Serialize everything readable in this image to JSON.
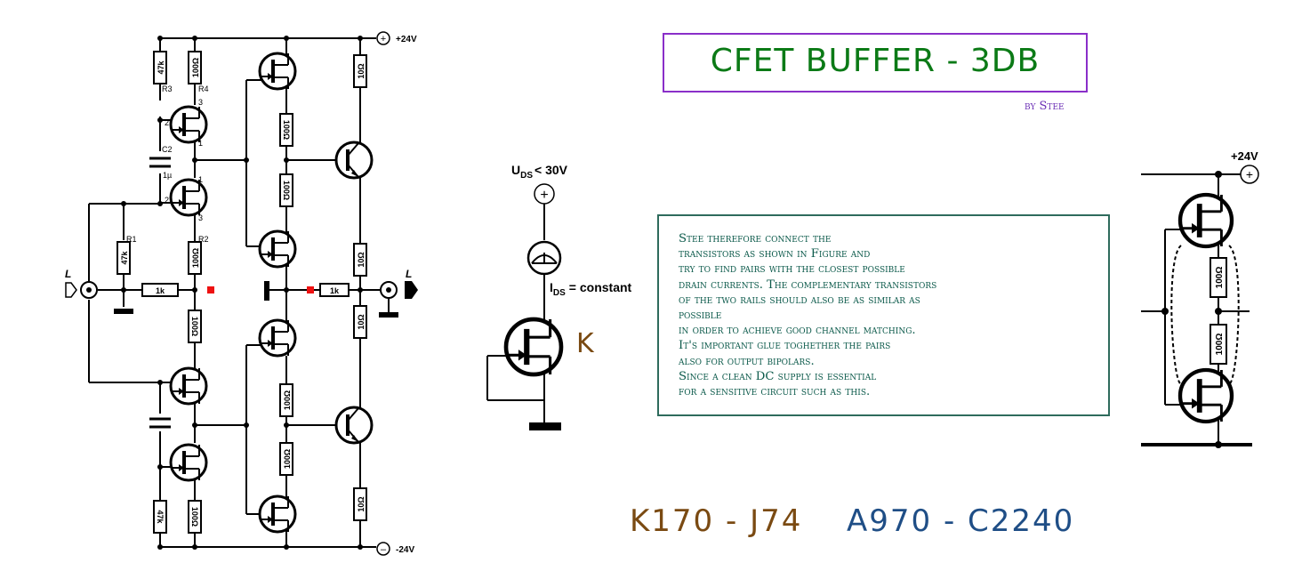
{
  "title": "CFET BUFFER  -  3DB",
  "byline": "by Stee",
  "description_lines": [
    "Stee therefore connect the",
    "transistors as shown in Figure and",
    "try to find pairs with the closest possible",
    "drain currents. The complementary transistors",
    "of the two rails should also be as similar as",
    "possible",
    "in order to achieve good channel matching.",
    "It's important glue toghether the pairs",
    "also for output bipolars.",
    "Since a clean DC supply is essential",
    "for a sensitive circuit such as this."
  ],
  "part_numbers": {
    "fet_pair": "K170 - J74",
    "bjt_pair": "A970 - C2240"
  },
  "colors": {
    "title": "#0b7a16",
    "title_border": "#8a2fc9",
    "byline": "#6b2fb5",
    "note_text": "#0c5a4b",
    "note_border": "#2e6b5c",
    "fet_parts": "#7a4a12",
    "bjt_parts": "#1f4e86",
    "marker": "#ee1111"
  },
  "schematic": {
    "supply_pos": "+24V",
    "supply_neg": "-24V",
    "input_label": "L",
    "output_label": "L",
    "r3_name": "R3",
    "r3_value": "47k",
    "r4_name": "R4",
    "r4_value": "100Ω",
    "c2_name": "C2",
    "c2_value": "1µ",
    "r1_name": "R1",
    "r1_value": "47k",
    "r2_name": "R2",
    "r2_value": "100Ω",
    "in_resistor": "1k",
    "out_resistor": "1k",
    "r_100": "100Ω",
    "r_10": "10Ω",
    "low_r_47k": "47k",
    "low_r_100": "100Ω",
    "pin_1": "1",
    "pin_2": "2",
    "pin_3": "3"
  },
  "cc_circuit": {
    "uds_label": "U",
    "uds_sub": "DS",
    "uds_limit": "< 30V",
    "ids_label": "I",
    "ids_sub": "DS",
    "ids_text": "= constant",
    "fet_type": "K"
  },
  "pair_detail": {
    "supply": "+24V",
    "r_top": "100Ω",
    "r_bottom": "100Ω"
  }
}
